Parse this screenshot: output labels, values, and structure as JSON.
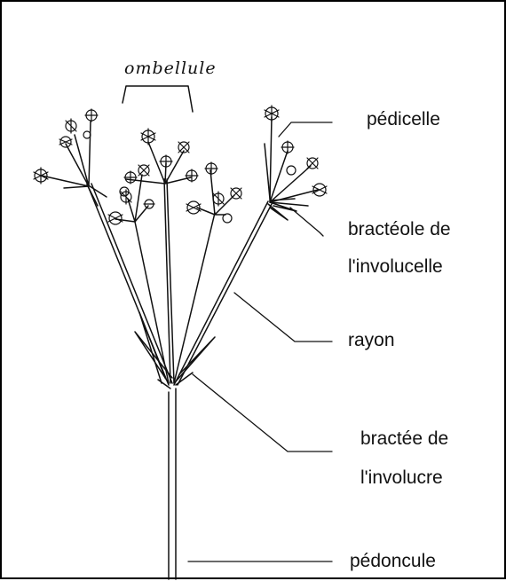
{
  "labels": {
    "ombellule": "ombellule",
    "pedicelle": "pédicelle",
    "bracteole_line1": "bractéole de",
    "bracteole_line2": "l'involucelle",
    "rayon": "rayon",
    "bractee_line1": "bractée de",
    "bractee_line2": "l'involucre",
    "pedoncule": "pédoncule"
  }
}
